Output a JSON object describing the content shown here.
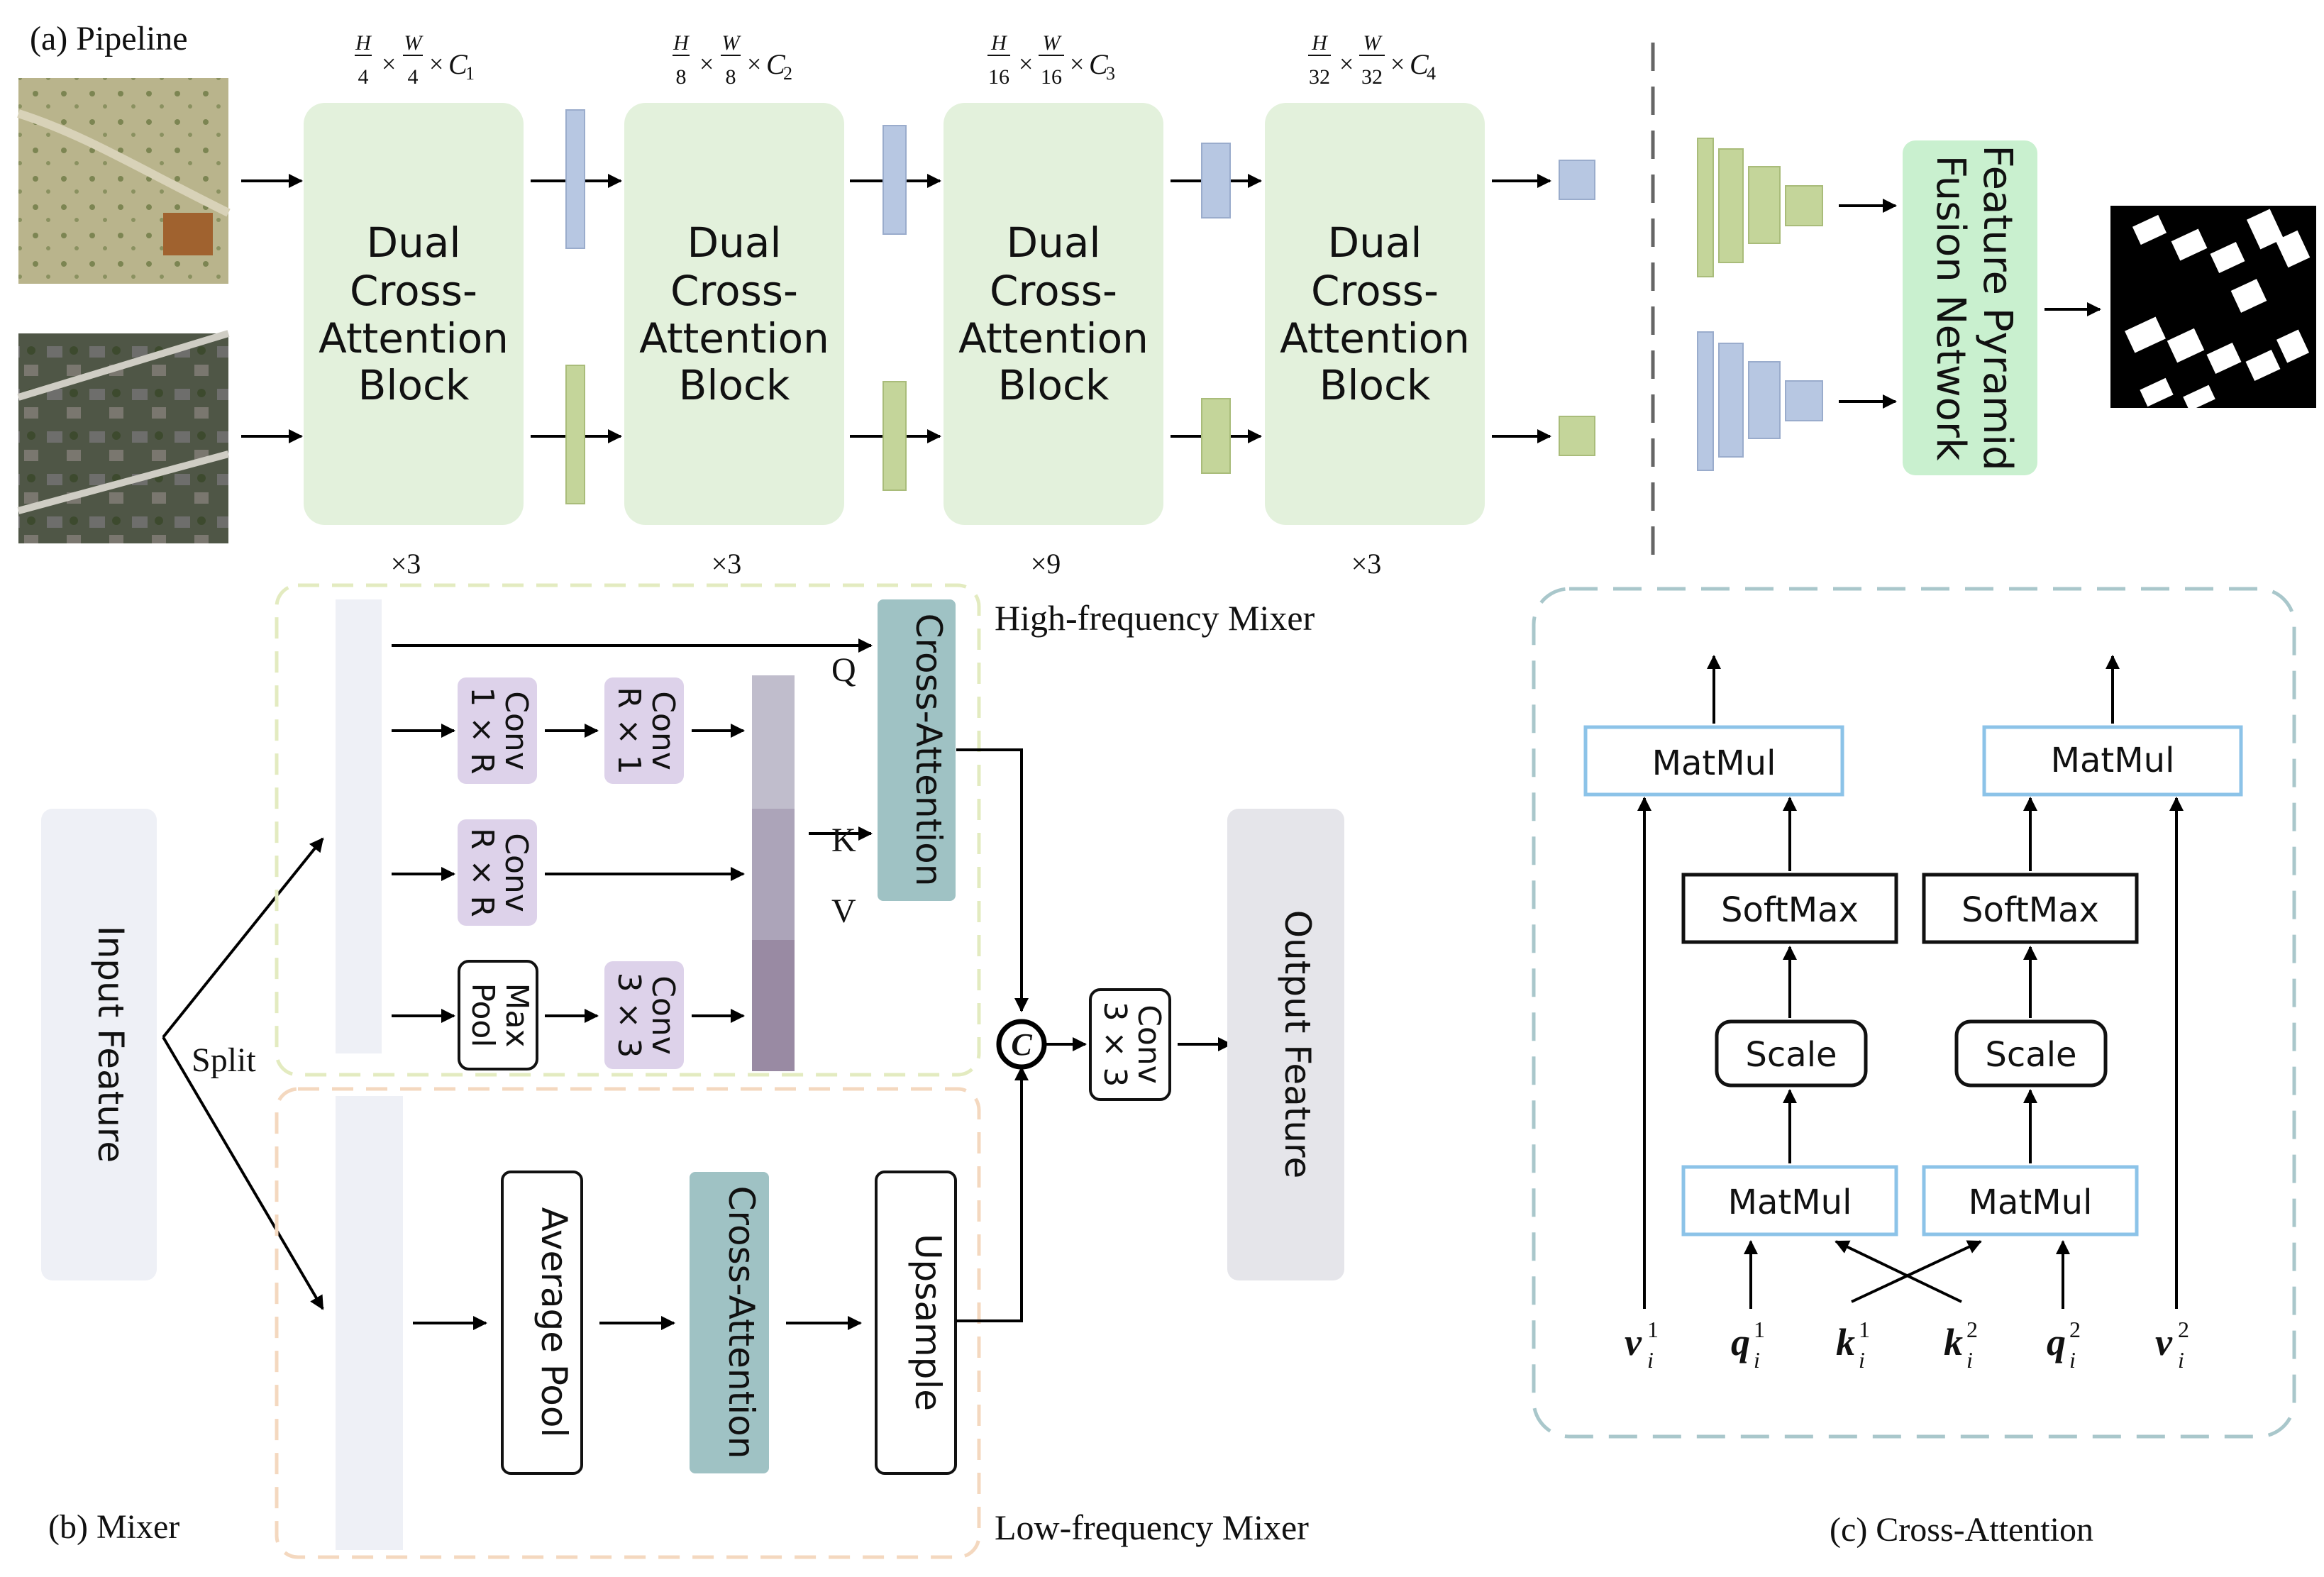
{
  "pipeline": {
    "caption": "(a) Pipeline",
    "stages": [
      {
        "dims_h": "H",
        "dims_hd": "4",
        "dims_w": "W",
        "dims_wd": "4",
        "dims_c": "C",
        "dims_ci": "1",
        "block_line1": "Dual",
        "block_line2": "Cross-",
        "block_line3": "Attention",
        "block_line4": "Block",
        "repeat": "×3"
      },
      {
        "dims_h": "H",
        "dims_hd": "8",
        "dims_w": "W",
        "dims_wd": "8",
        "dims_c": "C",
        "dims_ci": "2",
        "block_line1": "Dual",
        "block_line2": "Cross-",
        "block_line3": "Attention",
        "block_line4": "Block",
        "repeat": "×3"
      },
      {
        "dims_h": "H",
        "dims_hd": "16",
        "dims_w": "W",
        "dims_wd": "16",
        "dims_c": "C",
        "dims_ci": "3",
        "block_line1": "Dual",
        "block_line2": "Cross-",
        "block_line3": "Attention",
        "block_line4": "Block",
        "repeat": "×9"
      },
      {
        "dims_h": "H",
        "dims_hd": "32",
        "dims_w": "W",
        "dims_wd": "32",
        "dims_c": "C",
        "dims_ci": "4",
        "block_line1": "Dual",
        "block_line2": "Cross-",
        "block_line3": "Attention",
        "block_line4": "Block",
        "repeat": "×3"
      }
    ],
    "times_sign": "×",
    "fpn_line1": "Feature Pyramid",
    "fpn_line2": "Fusion Network",
    "colors": {
      "block": "#e3f1dc",
      "feature_blue": "#b7c7e2",
      "feature_green": "#c4d59a",
      "fpn": "#c9f0cf"
    }
  },
  "mixer": {
    "caption": "(b) Mixer",
    "input_label": "Input Feature",
    "output_label": "Output Feature",
    "split_label": "Split",
    "high_label": "High-frequency Mixer",
    "low_label": "Low-frequency Mixer",
    "conv_1xr_a": "Conv",
    "conv_1xr_b": "1 × R",
    "conv_rx1_a": "Conv",
    "conv_rx1_b": "R × 1",
    "conv_rxr_a": "Conv",
    "conv_rxr_b": "R × R",
    "maxpool_a": "Max",
    "maxpool_b": "Pool",
    "conv_3x3_a": "Conv",
    "conv_3x3_b": "3 × 3",
    "out_conv_a": "Conv",
    "out_conv_b": "3 × 3",
    "q_label": "Q",
    "k_label": "K",
    "v_label": "V",
    "cross_attention_high": "Cross-Attention",
    "cross_attention_low": "Cross-Attention",
    "average_pool": "Average Pool",
    "upsample": "Upsample",
    "concat_symbol": "C"
  },
  "cross_attention": {
    "caption": "(c) Cross-Attention",
    "left": {
      "matmul_top": "MatMul",
      "softmax": "SoftMax",
      "scale": "Scale",
      "matmul_bottom": "MatMul"
    },
    "right": {
      "matmul_top": "MatMul",
      "softmax": "SoftMax",
      "scale": "Scale",
      "matmul_bottom": "MatMul"
    },
    "inputs": [
      {
        "base": "v",
        "sup": "1",
        "sub": "i"
      },
      {
        "base": "q",
        "sup": "1",
        "sub": "i"
      },
      {
        "base": "k",
        "sup": "1",
        "sub": "i"
      },
      {
        "base": "k",
        "sup": "2",
        "sub": "i"
      },
      {
        "base": "q",
        "sup": "2",
        "sub": "i"
      },
      {
        "base": "v",
        "sup": "2",
        "sub": "i"
      }
    ]
  }
}
